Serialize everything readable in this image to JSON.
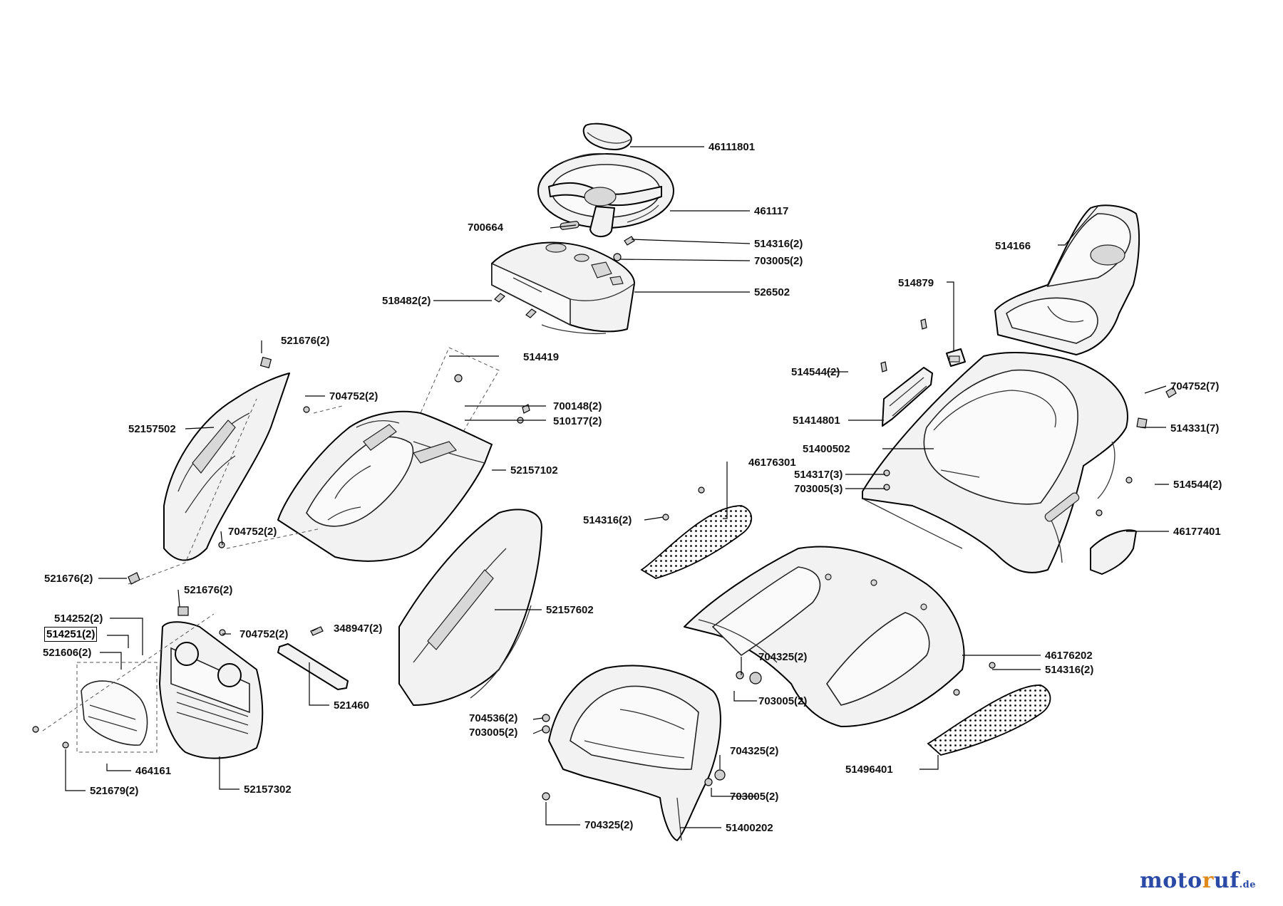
{
  "diagram": {
    "callouts": {
      "steering_cap": "46111801",
      "steering_wheel": "461117",
      "pin": "700664",
      "screw_dash": "514316(2)",
      "washer_dash": "703005(2)",
      "dashboard": "526502",
      "screw_dash_side": "518482(2)",
      "seat": "514166",
      "switch": "514879",
      "clip_top_left": "521676(2)",
      "cover_plate": "514419",
      "screw_side_left": "704752(2)",
      "washer_hood": "700148(2)",
      "screw_hood": "510177(2)",
      "side_panel_left": "52157502",
      "hood": "52157102",
      "screw_side_left_lower": "704752(2)",
      "clip_lower_left": "521676(2)",
      "side_panel_right": "52157602",
      "screw_bracket_left": "514544(2)",
      "bracket_left": "51414801",
      "rear_body": "51400502",
      "screw_rear_right": "704752(7)",
      "nut_rear_right": "514331(7)",
      "floor_mat_left": "46176301",
      "screw_rear_body": "514317(3)",
      "washer_rear_body": "703005(3)",
      "screw_right_fender": "514544(2)",
      "floor_mat_screw_left": "514316(2)",
      "right_fender": "46177401",
      "clip_grille": "521676(2)",
      "clip_a": "514252(2)",
      "clip_b_boxed": "514251(2)",
      "clip_c": "521606(2)",
      "screw_grille": "704752(2)",
      "bolt_bracket": "348947(2)",
      "bracket_lower": "521460",
      "lens": "464161",
      "screw_lens": "521679(2)",
      "front_bumper": "52157302",
      "footboard": "46176202",
      "screw_floor_right": "514316(2)",
      "bolt_front_a": "704325(2)",
      "washer_front_a": "703005(2)",
      "nut_front": "704536(2)",
      "washer_front_b": "703005(2)",
      "bolt_front_b": "704325(2)",
      "washer_front_c": "703005(2)",
      "floor_mat_right": "51496401",
      "bolt_front_c": "704325(2)",
      "front_frame": "51400202"
    }
  },
  "brand": {
    "part1": "moto",
    "part2": "r",
    "part3": "uf",
    "suffix": ".de"
  }
}
